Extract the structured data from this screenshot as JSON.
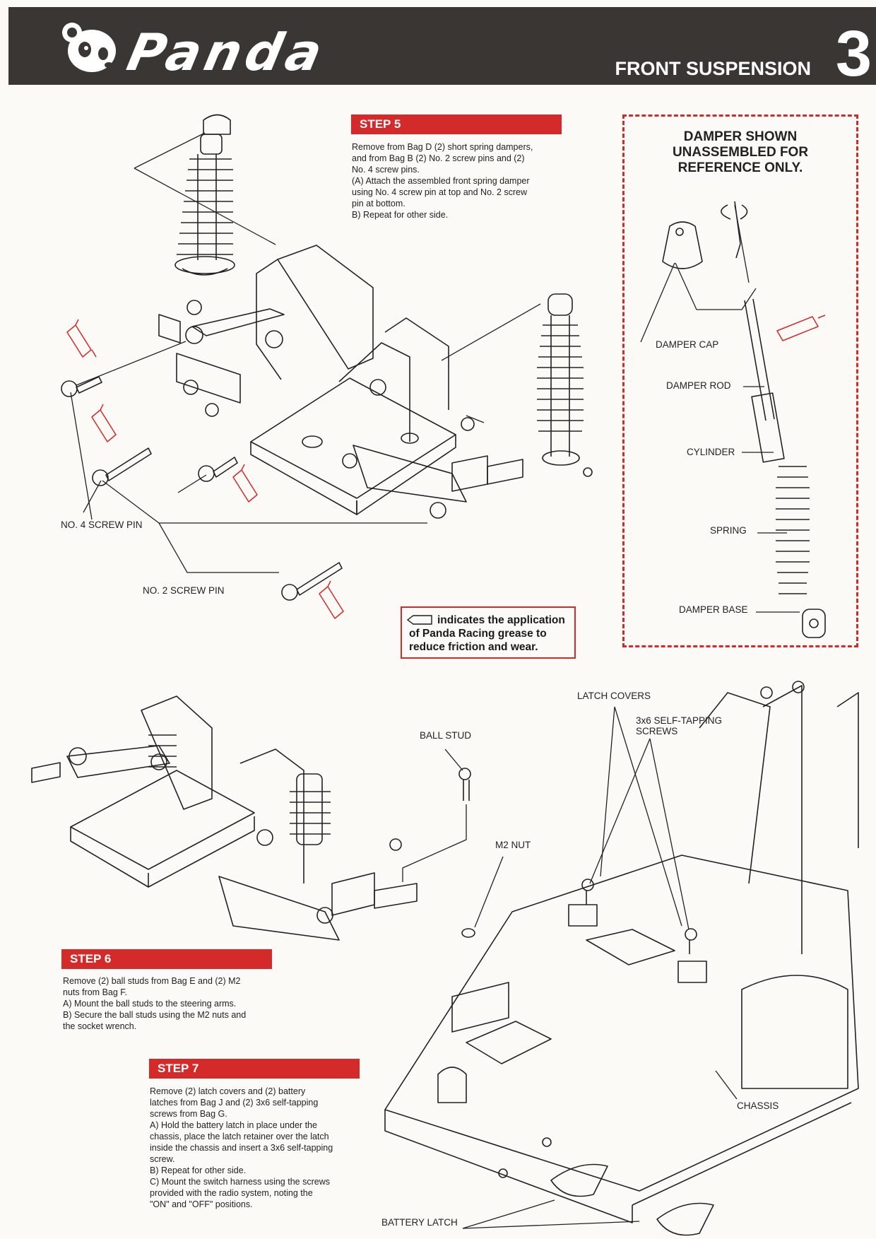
{
  "header": {
    "brand": "Panda",
    "section_title": "FRONT SUSPENSION",
    "page_number": "3"
  },
  "step5": {
    "heading": "STEP 5",
    "lines": [
      "Remove from Bag D (2) short spring dampers,",
      "and from Bag B (2) No. 2 screw pins and (2)",
      "No. 4 screw pins.",
      "(A) Attach the assembled front spring damper",
      "using No. 4 screw pin at top and No. 2 screw",
      "pin at bottom.",
      "B) Repeat for other side."
    ],
    "labels": {
      "screw_pin_4": "NO. 4 SCREW PIN",
      "screw_pin_2": "NO. 2 SCREW PIN"
    }
  },
  "reference": {
    "title_lines": [
      "DAMPER SHOWN",
      "UNASSEMBLED FOR",
      "REFERENCE ONLY."
    ],
    "labels": {
      "cap": "DAMPER CAP",
      "rod": "DAMPER ROD",
      "cylinder": "CYLINDER",
      "spring": "SPRING",
      "base": "DAMPER BASE"
    }
  },
  "grease_note": {
    "line1": "indicates the application",
    "line2": "of Panda Racing grease to",
    "line3": "reduce friction and wear."
  },
  "step6": {
    "heading": "STEP 6",
    "lines": [
      "Remove (2) ball studs from Bag E and (2) M2",
      "nuts from Bag F.",
      "A) Mount the ball studs to the steering arms.",
      "B) Secure the ball studs using the M2 nuts and",
      "the socket wrench."
    ],
    "labels": {
      "ball_stud": "BALL STUD",
      "m2_nut": "M2 NUT"
    }
  },
  "step7": {
    "heading": "STEP 7",
    "lines": [
      "Remove (2) latch covers and (2) battery",
      "latches from Bag J and (2) 3x6 self-tapping",
      "screws from Bag G.",
      "A) Hold the battery latch in place under the",
      "chassis, place the latch retainer over the latch",
      "inside the chassis and insert a 3x6 self-tapping",
      "screw.",
      "B) Repeat for other side.",
      "C) Mount the switch harness using the screws",
      "provided with the radio system, noting the",
      "\"ON\" and \"OFF\" positions."
    ],
    "labels": {
      "latch_covers": "LATCH COVERS",
      "screws_line1": "3x6 SELF-TAPPING",
      "screws_line2": "SCREWS",
      "chassis": "CHASSIS",
      "battery_latch": "BATTERY LATCH"
    }
  },
  "colors": {
    "accent": "#d42a2a",
    "header_bg": "#3a3634"
  }
}
